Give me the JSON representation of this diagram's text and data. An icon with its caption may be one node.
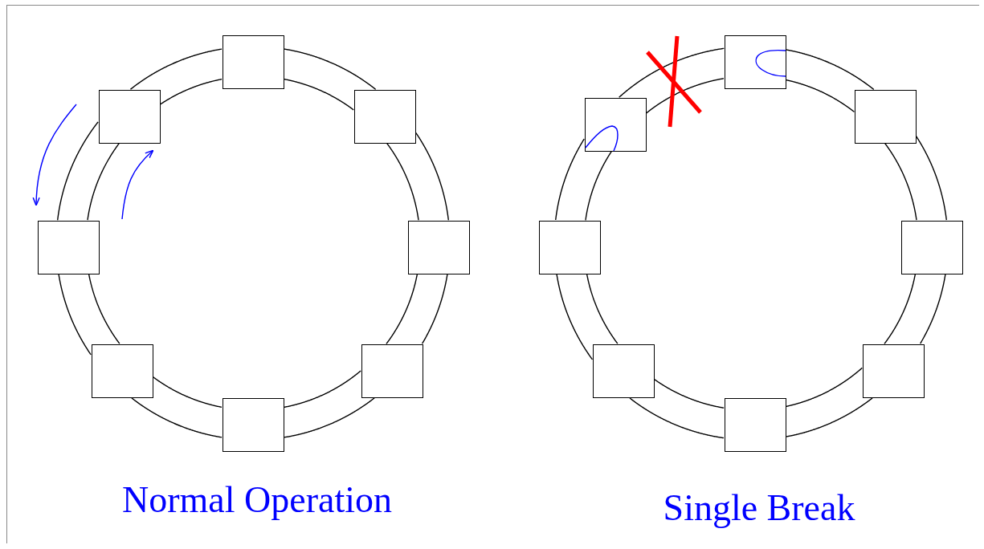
{
  "diagram": {
    "nodes": [
      {
        "text": [],
        "shape": "box"
      },
      {
        "text": [],
        "shape": "box"
      },
      {
        "text": [],
        "shape": "box"
      },
      {
        "text": [],
        "shape": "box"
      },
      {
        "text": [],
        "shape": "box"
      },
      {
        "text": [],
        "shape": "box"
      },
      {
        "text": [],
        "shape": "box"
      },
      {
        "text": [],
        "shape": "box"
      },
      {
        "text": [],
        "shape": "box"
      },
      {
        "text": [],
        "shape": "box"
      },
      {
        "text": [],
        "shape": "box"
      },
      {
        "text": [],
        "shape": "box"
      },
      {
        "text": [],
        "shape": "box"
      },
      {
        "text": [],
        "shape": "box"
      },
      {
        "text": [],
        "shape": "box"
      },
      {
        "text": [],
        "shape": "box"
      }
    ],
    "edges": [
      {
        "from": 0,
        "to": 2,
        "arrow": "none"
      },
      {
        "from": 0,
        "to": 2,
        "arrow": "none"
      },
      {
        "from": 2,
        "to": 4,
        "arrow": "none"
      },
      {
        "from": 2,
        "to": 4,
        "arrow": "none"
      },
      {
        "from": 4,
        "to": 6,
        "arrow": "none"
      },
      {
        "from": 4,
        "to": 6,
        "arrow": "none"
      },
      {
        "from": 6,
        "to": 7,
        "arrow": "none"
      },
      {
        "from": 6,
        "to": 7,
        "arrow": "none"
      },
      {
        "from": 7,
        "to": 5,
        "arrow": "none"
      },
      {
        "from": 7,
        "to": 5,
        "arrow": "none"
      },
      {
        "from": 5,
        "to": 3,
        "arrow": "none"
      },
      {
        "from": 5,
        "to": 3,
        "arrow": "none"
      },
      {
        "from": 3,
        "to": 1,
        "arrow": "none"
      },
      {
        "from": 3,
        "to": 1,
        "arrow": "none"
      },
      {
        "from": 1,
        "to": 0,
        "arrow": "none"
      },
      {
        "from": 1,
        "to": 0,
        "arrow": "none"
      },
      {
        "from": 8,
        "to": 10,
        "arrow": "none"
      },
      {
        "from": 8,
        "to": 10,
        "arrow": "none"
      },
      {
        "from": 10,
        "to": 12,
        "arrow": "none"
      },
      {
        "from": 10,
        "to": 12,
        "arrow": "none"
      },
      {
        "from": 12,
        "to": 14,
        "arrow": "none"
      },
      {
        "from": 12,
        "to": 14,
        "arrow": "none"
      },
      {
        "from": 14,
        "to": 15,
        "arrow": "none"
      },
      {
        "from": 14,
        "to": 15,
        "arrow": "none"
      },
      {
        "from": 15,
        "to": 13,
        "arrow": "none"
      },
      {
        "from": 15,
        "to": 13,
        "arrow": "none"
      },
      {
        "from": 13,
        "to": 11,
        "arrow": "none"
      },
      {
        "from": 13,
        "to": 11,
        "arrow": "none"
      },
      {
        "from": 11,
        "to": 9,
        "arrow": "none"
      },
      {
        "from": 11,
        "to": 9,
        "arrow": "none"
      },
      {
        "from": 9,
        "to": 8,
        "arrow": "none"
      },
      {
        "from": 9,
        "to": 8,
        "arrow": "none"
      }
    ],
    "labels": [
      "Normal Operation",
      "Single Break"
    ]
  }
}
